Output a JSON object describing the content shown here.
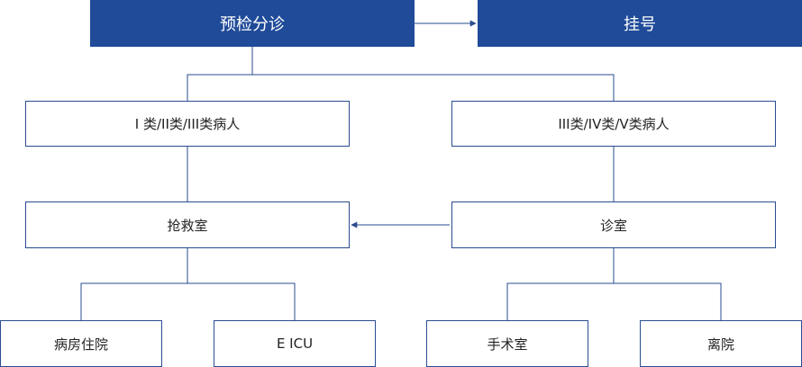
{
  "colors": {
    "header_fill": "#1f4b99",
    "box_border": "#2a4c8f",
    "line": "#2a4c8f"
  },
  "nodes": {
    "pre_triage": "预检分诊",
    "registration": "挂号",
    "class_1_3": "I 类/II类/III类病人",
    "class_3_5": "III类/IV类/V类病人",
    "resuscitation_room": "抢救室",
    "consultation_room": "诊室",
    "ward_admission": "病房住院",
    "eicu": "E ICU",
    "operating_room": "手术室",
    "discharge": "离院"
  }
}
